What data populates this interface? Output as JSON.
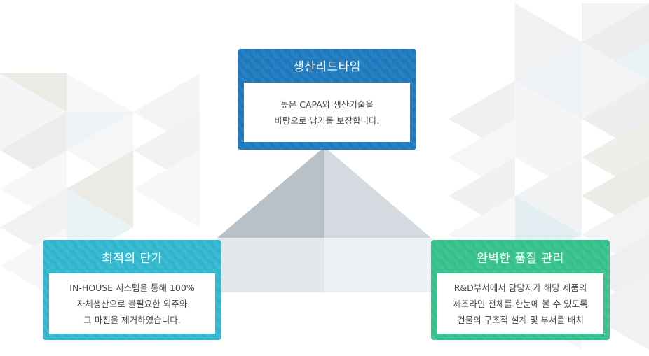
{
  "cards": {
    "lead_time": {
      "title": "생산리드타임",
      "lines": [
        "높은 CAPA와 생산기술을",
        "바탕으로 납기를 보장합니다."
      ],
      "color": "#1e78bd"
    },
    "unit_price": {
      "title": "최적의 단가",
      "lines": [
        "IN-HOUSE 시스템을 통해 100%",
        "자체생산으로 불필요한 외주와",
        "그 마진을 제거하였습니다."
      ],
      "color": "#2fb6cc"
    },
    "quality": {
      "title": "완벽한 품질 관리",
      "lines": [
        "R&D부서에서 담당자가 해당 제품의",
        "제조라인 전체를 한눈에 볼 수 있도록",
        "건물의 구조적 설계 및 부서를 배치"
      ],
      "color": "#33c08a"
    }
  }
}
